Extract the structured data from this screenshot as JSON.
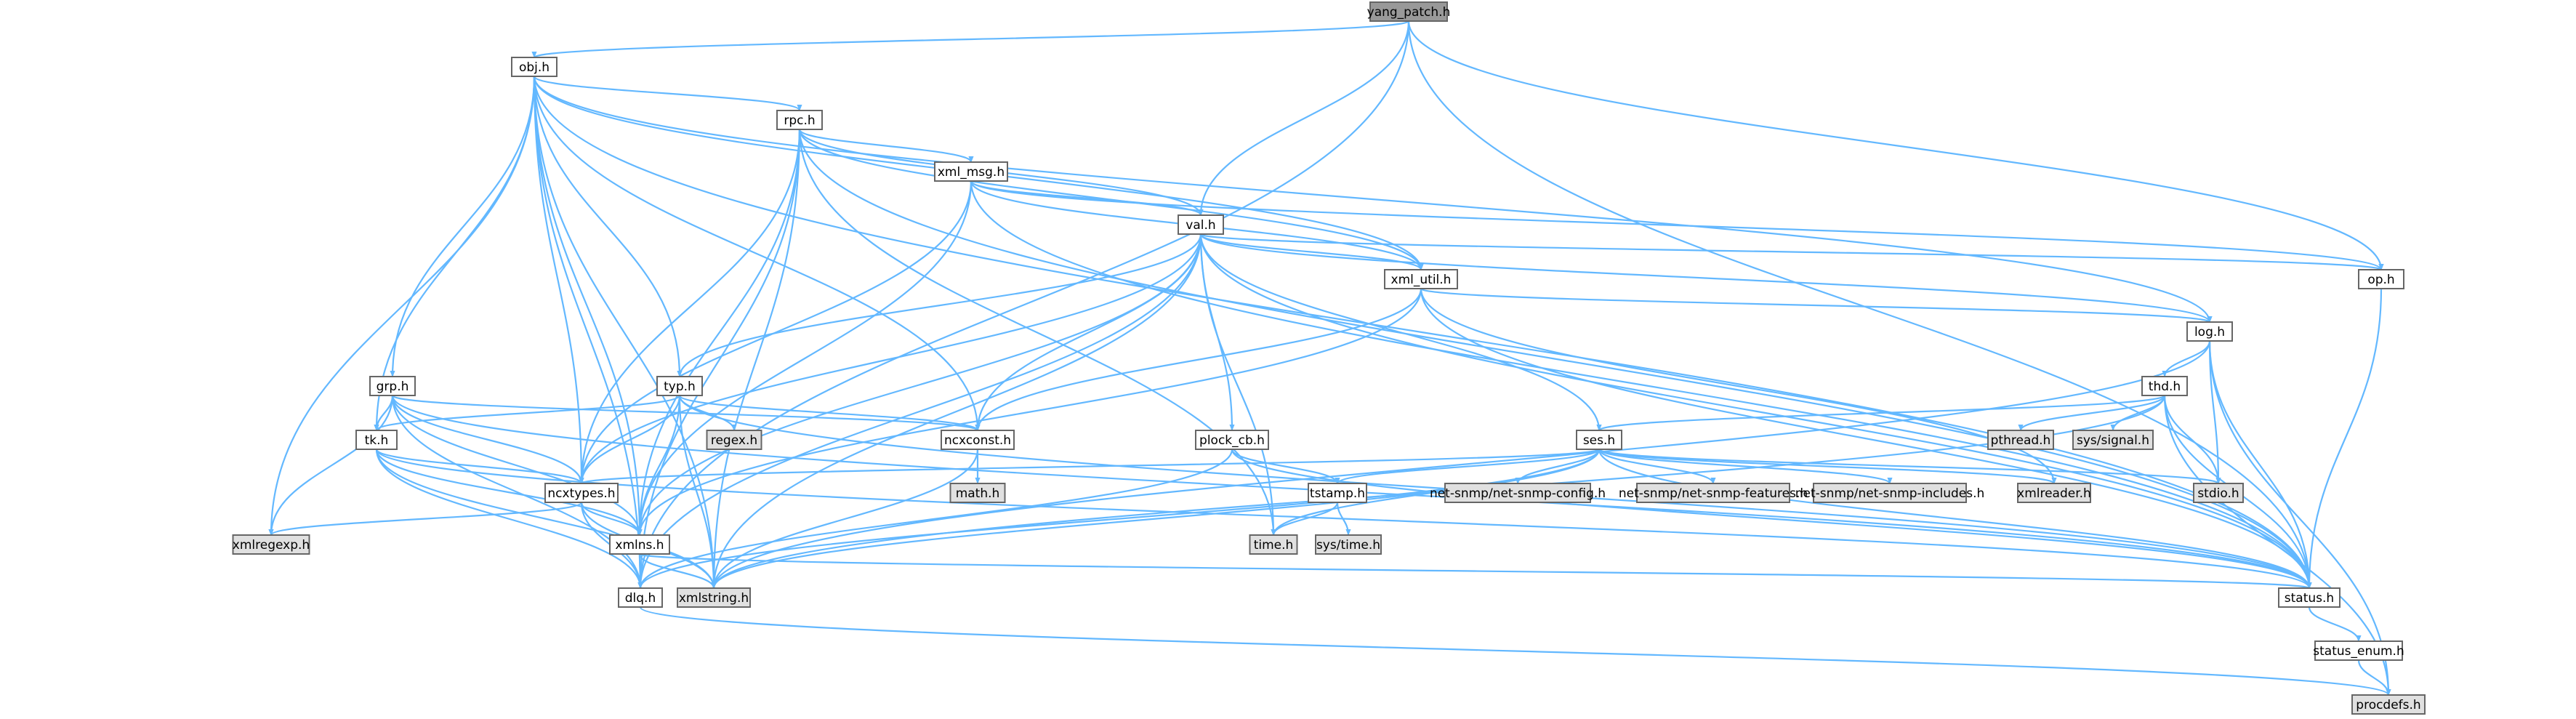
{
  "colors": {
    "edge": "#63b8ff",
    "border": "#666666",
    "root_fill": "#999999",
    "local_fill": "#ffffff",
    "system_fill": "#e0e0e0"
  },
  "nodes": [
    {
      "id": "yang_patch_h",
      "label": "yang_patch.h",
      "kind": "root"
    },
    {
      "id": "obj_h",
      "label": "obj.h",
      "kind": "local"
    },
    {
      "id": "rpc_h",
      "label": "rpc.h",
      "kind": "local"
    },
    {
      "id": "xml_msg_h",
      "label": "xml_msg.h",
      "kind": "local"
    },
    {
      "id": "val_h",
      "label": "val.h",
      "kind": "local"
    },
    {
      "id": "xml_util_h",
      "label": "xml_util.h",
      "kind": "local"
    },
    {
      "id": "op_h",
      "label": "op.h",
      "kind": "local"
    },
    {
      "id": "log_h",
      "label": "log.h",
      "kind": "local"
    },
    {
      "id": "thd_h",
      "label": "thd.h",
      "kind": "local"
    },
    {
      "id": "pthread_h",
      "label": "pthread.h",
      "kind": "system"
    },
    {
      "id": "sys_signal_h",
      "label": "sys/signal.h",
      "kind": "system"
    },
    {
      "id": "grp_h",
      "label": "grp.h",
      "kind": "local"
    },
    {
      "id": "typ_h",
      "label": "typ.h",
      "kind": "local"
    },
    {
      "id": "regex_h",
      "label": "regex.h",
      "kind": "system"
    },
    {
      "id": "ncxconst_h",
      "label": "ncxconst.h",
      "kind": "local"
    },
    {
      "id": "plock_cb_h",
      "label": "plock_cb.h",
      "kind": "local"
    },
    {
      "id": "ses_h",
      "label": "ses.h",
      "kind": "local"
    },
    {
      "id": "tk_h",
      "label": "tk.h",
      "kind": "local"
    },
    {
      "id": "ncxtypes_h",
      "label": "ncxtypes.h",
      "kind": "local"
    },
    {
      "id": "math_h",
      "label": "math.h",
      "kind": "system"
    },
    {
      "id": "tstamp_h",
      "label": "tstamp.h",
      "kind": "local"
    },
    {
      "id": "netsnmp_config_h",
      "label": "net-snmp/net-snmp-config.h",
      "kind": "system"
    },
    {
      "id": "netsnmp_features_h",
      "label": "net-snmp/net-snmp-features.h",
      "kind": "system"
    },
    {
      "id": "netsnmp_includes_h",
      "label": "net-snmp/net-snmp-includes.h",
      "kind": "system"
    },
    {
      "id": "xmlreader_h",
      "label": "xmlreader.h",
      "kind": "system"
    },
    {
      "id": "stdio_h",
      "label": "stdio.h",
      "kind": "system"
    },
    {
      "id": "xmlregexp_h",
      "label": "xmlregexp.h",
      "kind": "system"
    },
    {
      "id": "xmlns_h",
      "label": "xmlns.h",
      "kind": "local"
    },
    {
      "id": "time_h",
      "label": "time.h",
      "kind": "system"
    },
    {
      "id": "sys_time_h",
      "label": "sys/time.h",
      "kind": "system"
    },
    {
      "id": "dlq_h",
      "label": "dlq.h",
      "kind": "local"
    },
    {
      "id": "xmlstring_h",
      "label": "xmlstring.h",
      "kind": "system"
    },
    {
      "id": "status_h",
      "label": "status.h",
      "kind": "local"
    },
    {
      "id": "status_enum_h",
      "label": "status_enum.h",
      "kind": "local"
    },
    {
      "id": "procdefs_h",
      "label": "procdefs.h",
      "kind": "system"
    }
  ],
  "edges": [
    [
      "yang_patch_h",
      "obj_h"
    ],
    [
      "yang_patch_h",
      "val_h"
    ],
    [
      "yang_patch_h",
      "op_h"
    ],
    [
      "yang_patch_h",
      "status_h"
    ],
    [
      "yang_patch_h",
      "dlq_h"
    ],
    [
      "obj_h",
      "rpc_h"
    ],
    [
      "obj_h",
      "grp_h"
    ],
    [
      "obj_h",
      "typ_h"
    ],
    [
      "obj_h",
      "tk_h"
    ],
    [
      "obj_h",
      "ncxtypes_h"
    ],
    [
      "obj_h",
      "ncxconst_h"
    ],
    [
      "obj_h",
      "xmlns_h"
    ],
    [
      "obj_h",
      "xml_util_h"
    ],
    [
      "obj_h",
      "log_h"
    ],
    [
      "obj_h",
      "status_h"
    ],
    [
      "obj_h",
      "dlq_h"
    ],
    [
      "obj_h",
      "xmlregexp_h"
    ],
    [
      "obj_h",
      "xmlstring_h"
    ],
    [
      "rpc_h",
      "xml_msg_h"
    ],
    [
      "rpc_h",
      "val_h"
    ],
    [
      "rpc_h",
      "xml_util_h"
    ],
    [
      "rpc_h",
      "ncxtypes_h"
    ],
    [
      "rpc_h",
      "xmlns_h"
    ],
    [
      "rpc_h",
      "time_h"
    ],
    [
      "rpc_h",
      "status_h"
    ],
    [
      "rpc_h",
      "dlq_h"
    ],
    [
      "rpc_h",
      "xmlstring_h"
    ],
    [
      "xml_msg_h",
      "val_h"
    ],
    [
      "xml_msg_h",
      "xml_util_h"
    ],
    [
      "xml_msg_h",
      "ncxtypes_h"
    ],
    [
      "xml_msg_h",
      "xmlns_h"
    ],
    [
      "xml_msg_h",
      "op_h"
    ],
    [
      "xml_msg_h",
      "status_h"
    ],
    [
      "val_h",
      "xml_util_h"
    ],
    [
      "val_h",
      "op_h"
    ],
    [
      "val_h",
      "log_h"
    ],
    [
      "val_h",
      "typ_h"
    ],
    [
      "val_h",
      "ncxconst_h"
    ],
    [
      "val_h",
      "plock_cb_h"
    ],
    [
      "val_h",
      "ses_h"
    ],
    [
      "val_h",
      "ncxtypes_h"
    ],
    [
      "val_h",
      "xmlns_h"
    ],
    [
      "val_h",
      "time_h"
    ],
    [
      "val_h",
      "status_h"
    ],
    [
      "val_h",
      "dlq_h"
    ],
    [
      "val_h",
      "xmlstring_h"
    ],
    [
      "xml_util_h",
      "log_h"
    ],
    [
      "xml_util_h",
      "ncxconst_h"
    ],
    [
      "xml_util_h",
      "xmlns_h"
    ],
    [
      "xml_util_h",
      "xmlreader_h"
    ],
    [
      "xml_util_h",
      "status_h"
    ],
    [
      "op_h",
      "status_h"
    ],
    [
      "log_h",
      "thd_h"
    ],
    [
      "log_h",
      "stdio_h"
    ],
    [
      "log_h",
      "status_h"
    ],
    [
      "log_h",
      "procdefs_h"
    ],
    [
      "log_h",
      "xmlstring_h"
    ],
    [
      "thd_h",
      "pthread_h"
    ],
    [
      "thd_h",
      "sys_signal_h"
    ],
    [
      "thd_h",
      "ses_h"
    ],
    [
      "thd_h",
      "stdio_h"
    ],
    [
      "thd_h",
      "status_h"
    ],
    [
      "thd_h",
      "procdefs_h"
    ],
    [
      "thd_h",
      "xmlstring_h"
    ],
    [
      "grp_h",
      "tk_h"
    ],
    [
      "grp_h",
      "ncxtypes_h"
    ],
    [
      "grp_h",
      "ncxconst_h"
    ],
    [
      "grp_h",
      "xmlns_h"
    ],
    [
      "grp_h",
      "status_h"
    ],
    [
      "grp_h",
      "dlq_h"
    ],
    [
      "grp_h",
      "xmlregexp_h"
    ],
    [
      "typ_h",
      "regex_h"
    ],
    [
      "typ_h",
      "ncxconst_h"
    ],
    [
      "typ_h",
      "tk_h"
    ],
    [
      "typ_h",
      "ncxtypes_h"
    ],
    [
      "typ_h",
      "xmlns_h"
    ],
    [
      "typ_h",
      "status_h"
    ],
    [
      "typ_h",
      "xmlstring_h"
    ],
    [
      "ncxconst_h",
      "math_h"
    ],
    [
      "ncxconst_h",
      "xmlstring_h"
    ],
    [
      "plock_cb_h",
      "tstamp_h"
    ],
    [
      "plock_cb_h",
      "status_h"
    ],
    [
      "plock_cb_h",
      "dlq_h"
    ],
    [
      "ses_h",
      "ncxtypes_h"
    ],
    [
      "ses_h",
      "tstamp_h"
    ],
    [
      "ses_h",
      "netsnmp_config_h"
    ],
    [
      "ses_h",
      "netsnmp_features_h"
    ],
    [
      "ses_h",
      "netsnmp_includes_h"
    ],
    [
      "ses_h",
      "xmlreader_h"
    ],
    [
      "ses_h",
      "stdio_h"
    ],
    [
      "ses_h",
      "time_h"
    ],
    [
      "ses_h",
      "status_h"
    ],
    [
      "ses_h",
      "dlq_h"
    ],
    [
      "ses_h",
      "xmlstring_h"
    ],
    [
      "tk_h",
      "ncxtypes_h"
    ],
    [
      "tk_h",
      "xmlns_h"
    ],
    [
      "tk_h",
      "status_h"
    ],
    [
      "tk_h",
      "dlq_h"
    ],
    [
      "tk_h",
      "xmlstring_h"
    ],
    [
      "ncxtypes_h",
      "xmlns_h"
    ],
    [
      "ncxtypes_h",
      "dlq_h"
    ],
    [
      "ncxtypes_h",
      "xmlregexp_h"
    ],
    [
      "ncxtypes_h",
      "xmlstring_h"
    ],
    [
      "tstamp_h",
      "time_h"
    ],
    [
      "tstamp_h",
      "sys_time_h"
    ],
    [
      "xmlns_h",
      "dlq_h"
    ],
    [
      "xmlns_h",
      "xmlstring_h"
    ],
    [
      "xmlns_h",
      "status_h"
    ],
    [
      "dlq_h",
      "procdefs_h"
    ],
    [
      "status_h",
      "status_enum_h"
    ],
    [
      "status_enum_h",
      "procdefs_h"
    ]
  ]
}
